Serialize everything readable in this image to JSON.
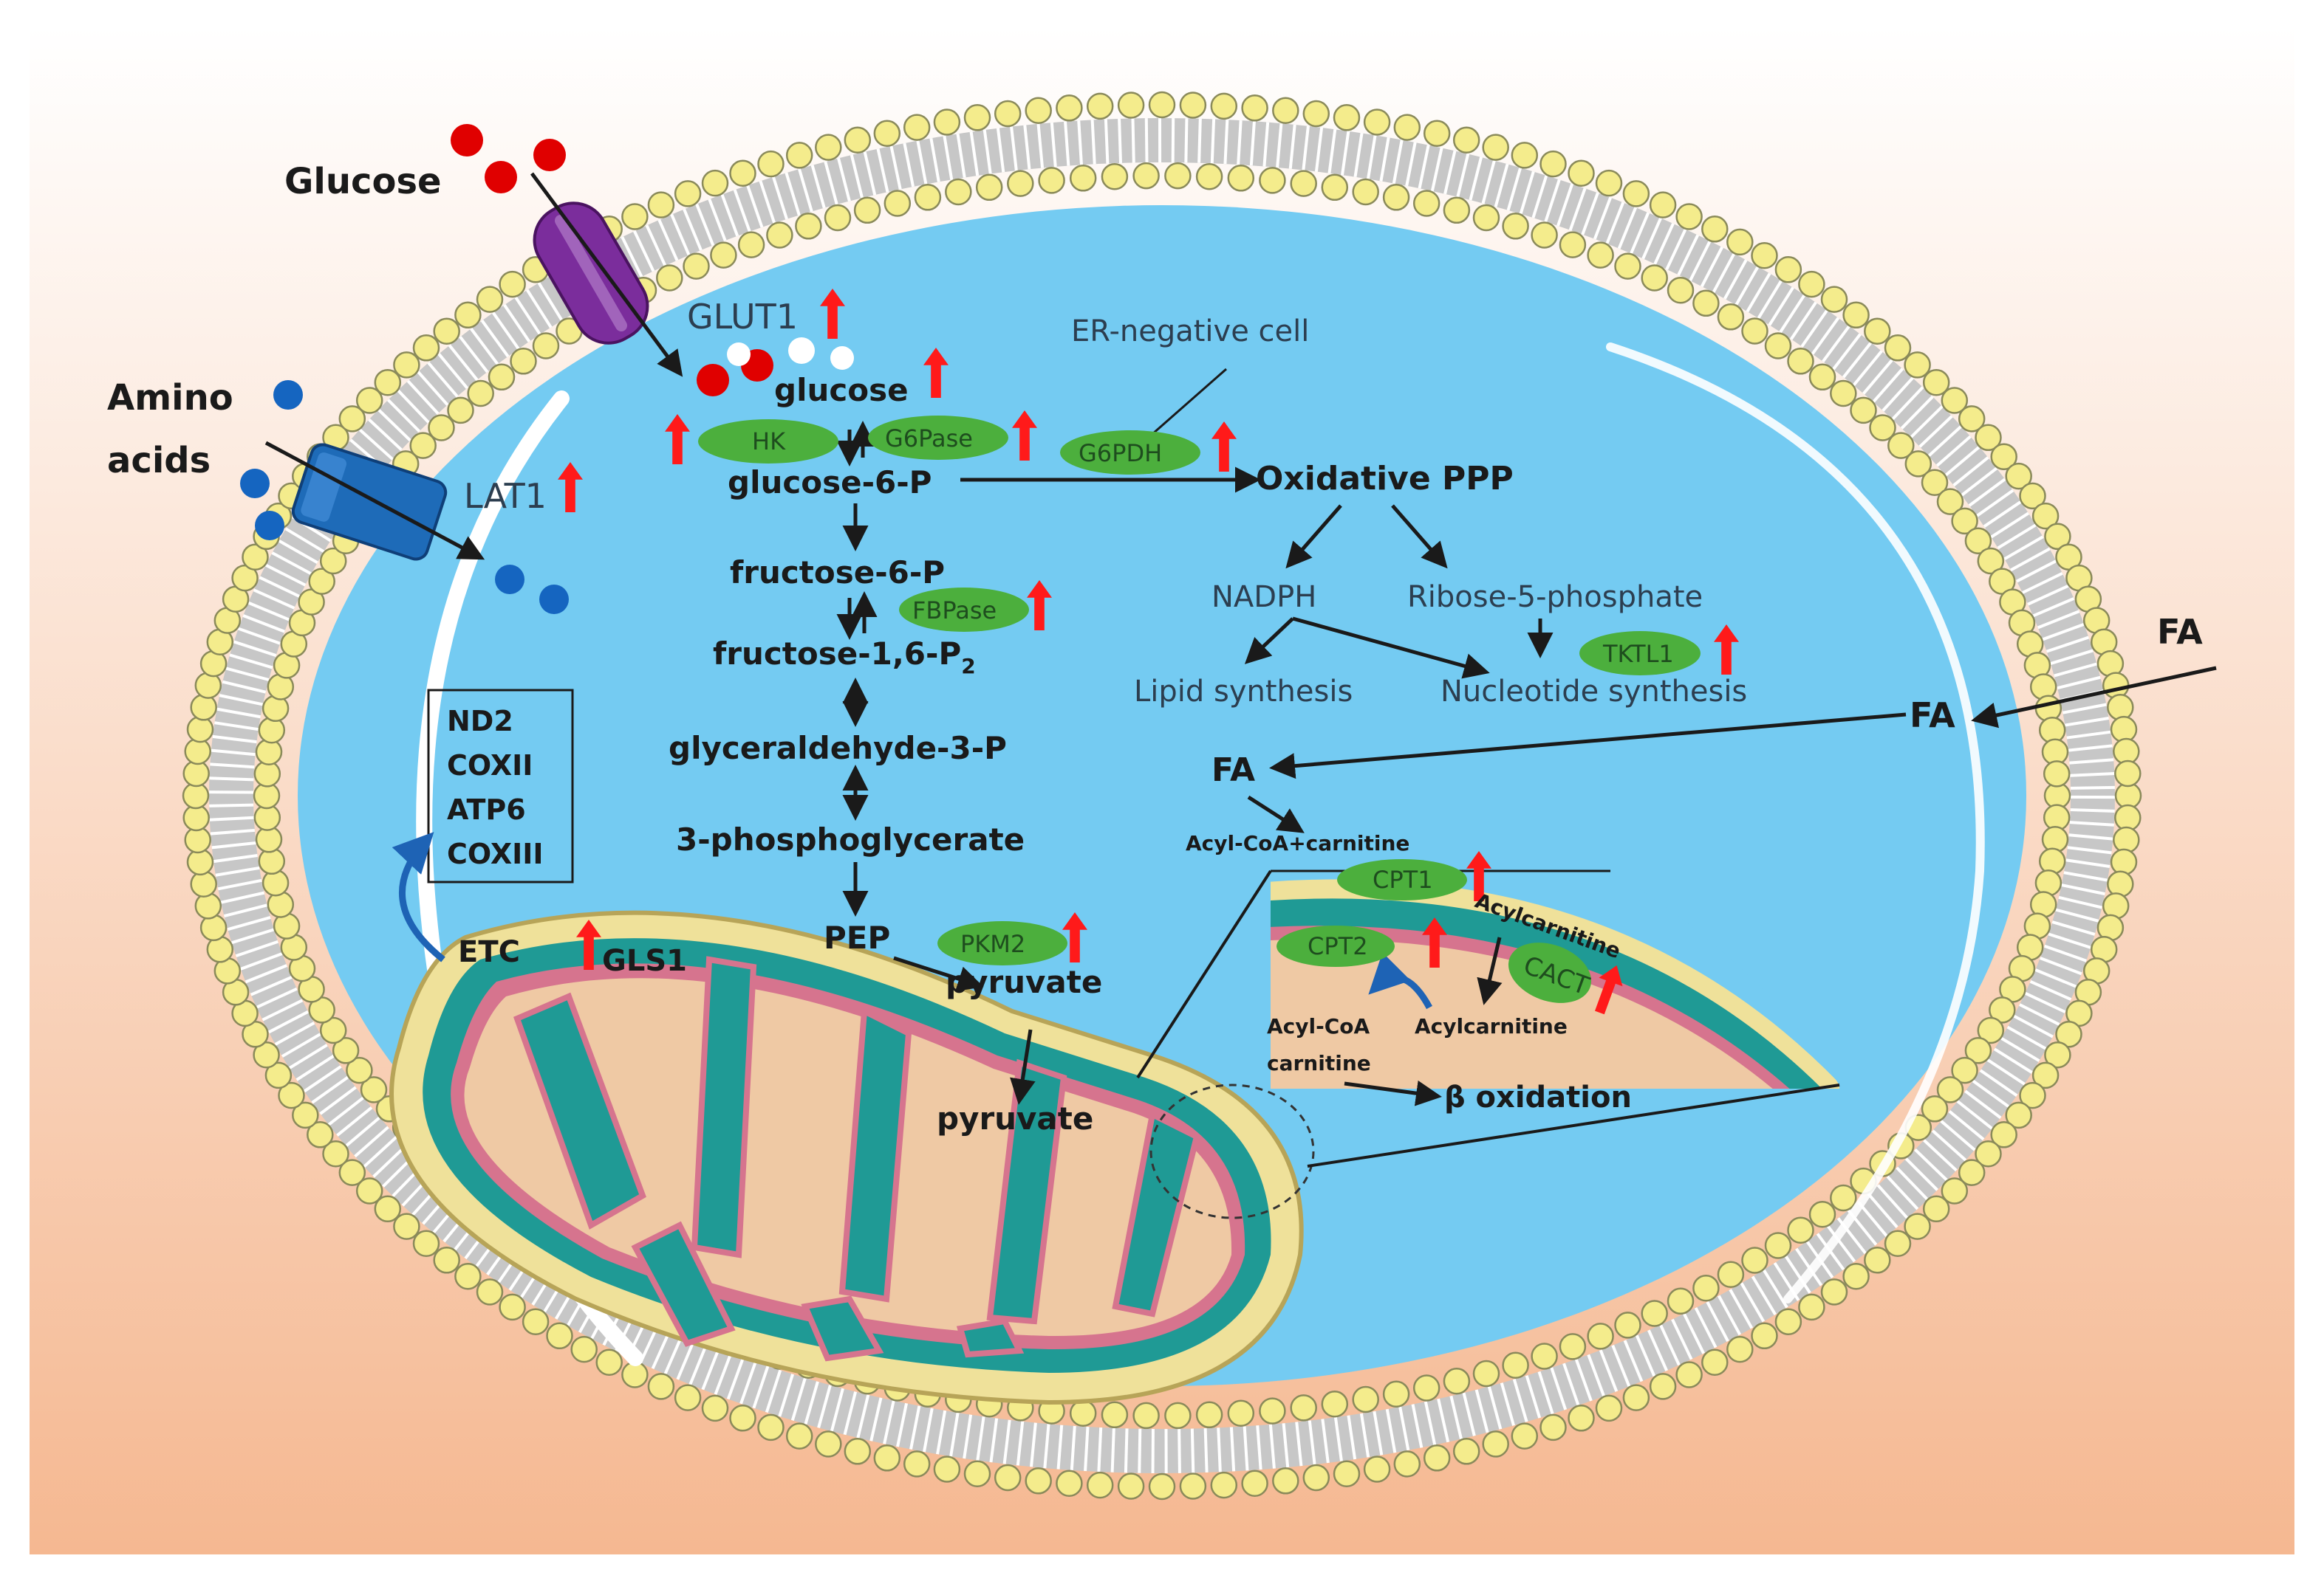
{
  "extracellular": {
    "glucose": "Glucose",
    "amino_acids": [
      "Amino",
      "acids"
    ],
    "fa_outside": "FA"
  },
  "membrane": {
    "glut1": "GLUT1",
    "lat1": "LAT1",
    "fa_membrane": "FA"
  },
  "glycolysis": {
    "glucose": "glucose",
    "hk": "HK",
    "g6pase": "G6Pase",
    "g6p": "glucose-6-P",
    "f6p": "fructose-6-P",
    "fbpase": "FBPase",
    "f16p2_main": "fructose-1,6-P",
    "f16p2_sub": "2",
    "g3p": "glyceraldehyde-3-P",
    "pg3": "3-phosphoglycerate",
    "pep": "PEP",
    "pkm2": "PKM2",
    "pyruvate_cyto": "pyruvate",
    "pyruvate_mito": "pyruvate"
  },
  "ppp": {
    "er_negative": "ER-negative cell",
    "g6pdh": "G6PDH",
    "oxidative_ppp": "Oxidative PPP",
    "nadph": "NADPH",
    "r5p": "Ribose-5-phosphate",
    "tktl1": "TKTL1",
    "lipid_synthesis": "Lipid synthesis",
    "nucleotide_synthesis": "Nucleotide synthesis"
  },
  "fatty_acid": {
    "fa_cyto": "FA",
    "acyl_coa_carnitine": "Acyl-CoA+carnitine",
    "cpt1": "CPT1",
    "acylcarnitine_outer": "Acylcarnitine",
    "cpt2": "CPT2",
    "cact": "CACT",
    "acyl_coa": "Acyl-CoA",
    "carnitine": "carnitine",
    "acylcarnitine_inner": "Acylcarnitine",
    "beta_oxidation": "β oxidation"
  },
  "mitochondria": {
    "genes": [
      "ND2",
      "COXII",
      "ATP6",
      "COXIII"
    ],
    "etc": "ETC",
    "gls1": "GLS1"
  },
  "colors": {
    "background_top": "#ffffff",
    "background_bottom": "#f5b891",
    "cytoplasm": "#74cbf2",
    "lipid_head": "#f4ec8c",
    "enzyme_fill": "#4caf3d",
    "up_arrow": "#ff1a1a",
    "glut1": "#7b2d9c",
    "lat1": "#1e6bb8",
    "glucose_dot": "#e00000",
    "amino_dot": "#1565c0",
    "mito_matrix": "#efc9a4",
    "mito_membrane": "#1f9a95",
    "mito_pink": "#d6748e"
  }
}
